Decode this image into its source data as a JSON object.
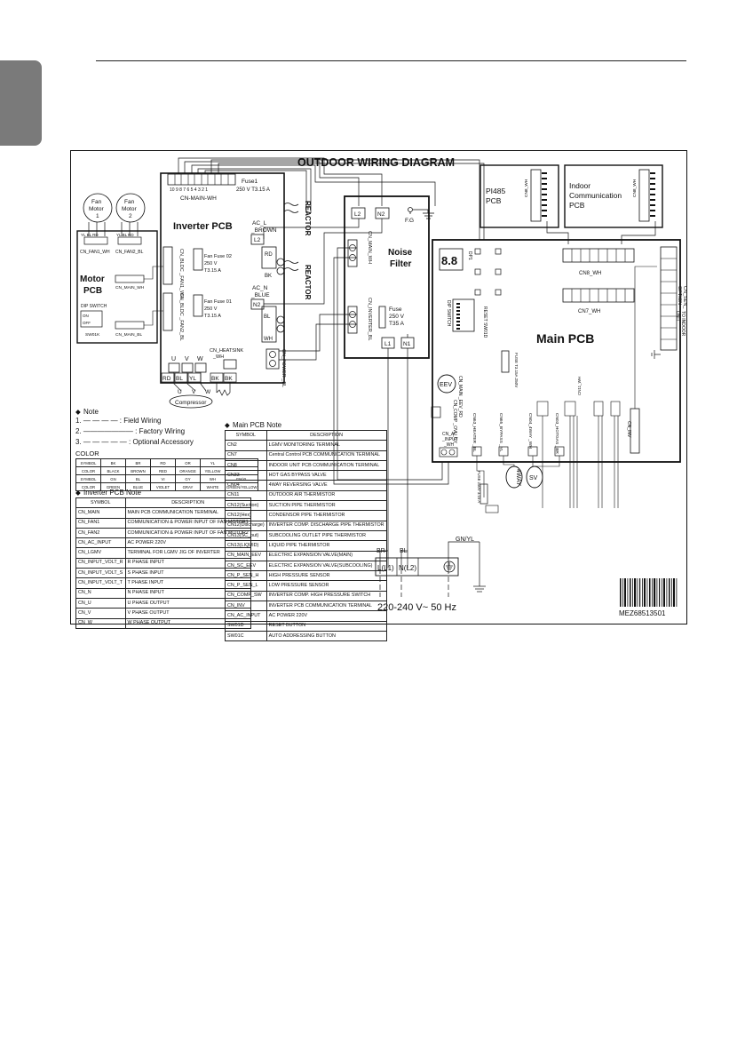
{
  "page": {
    "title": "OUTDOOR WIRING DIAGRAM",
    "part_number": "MEZ68513501",
    "power_supply": "220-240 V~ 50 Hz"
  },
  "boards": {
    "fan_motor_1": [
      "Fan",
      "Motor",
      "1"
    ],
    "fan_motor_2": [
      "Fan",
      "Motor",
      "2"
    ],
    "motor_pcb": [
      "Motor",
      "PCB"
    ],
    "inverter_pcb": "Inverter PCB",
    "noise_filter": [
      "Noise",
      "Filter"
    ],
    "pi485_pcb": [
      "PI485",
      "PCB"
    ],
    "indoor_comm_pcb": [
      "Indoor",
      "Communication",
      "PCB"
    ],
    "main_pcb": "Main PCB",
    "compressor": "Compressor"
  },
  "labels": {
    "cn_main_wh": "CN-MAIN-WH",
    "fuse1": [
      "Fuse1",
      "250 V T3.15 A"
    ],
    "reactor": "REACTOR",
    "ac_l": [
      "AC_L",
      "_BROWN"
    ],
    "ac_n": [
      "AC_N",
      "_BLUE"
    ],
    "l2": "L2",
    "n2": "N2",
    "l1": "L1",
    "n1": "N1",
    "fg": "F.G",
    "rd": "RD",
    "bk": "BK",
    "bl": "BL",
    "wh": "WH",
    "yl": "YL",
    "br": "BR",
    "gnyl": "GN/YL",
    "u": "U",
    "v": "V",
    "w": "W",
    "fan_fuse_02": [
      "Fan Fuse 02",
      "250 V",
      "T3.15 A"
    ],
    "fan_fuse_01": [
      "Fan Fuse 01",
      "250 V",
      "T3.15 A"
    ],
    "cn_bldc_fan1": "CN_BLDC _FAN1_WH",
    "cn_bldc_fan2": "CN_BLDC _FAN2_BL",
    "cn_heatsink": [
      "CN_HEATSINK",
      "_WH"
    ],
    "cn_power": "CN_POWER _BL",
    "cn_fan1_wh": "CN_FAN1_WH",
    "cn_fan2_bl": "CN_FAN2_BL",
    "cn_main_wh_motor": "CN_MAIN_WH",
    "cn_main_bl_motor": "CN_MAIN_BL",
    "dip_switch": "DIP SWITCH",
    "on": "ON",
    "off": "OFF",
    "sw01k": "SW01K",
    "nf_cn_main_wh": "CN_MAIN_WH",
    "nf_cn_inverter_bl": "CN_INVERTER_BL",
    "nf_fuse": [
      "Fuse",
      "250 V",
      "T35 A"
    ],
    "cn8_wh": "CN8_WH",
    "cn7_wh": "CN7_WH",
    "cn_inv": "CN_INV",
    "eev": "EEV",
    "cn_main_eev": "CN_MAIN _EEV_RD",
    "cn_comp_ovl": "CN_COMP _OVL_GY",
    "cn_ac_input": [
      "CN_AC",
      "_INPUT",
      "_WH"
    ],
    "heater": "CN63_HEATER _BL",
    "bypass": "CN65_BYPASS _YL",
    "way4": "CN04_4WAY _WH",
    "liq_gas": "CN03_HOTGAS _BR",
    "fourway": "4WAY",
    "sv": "SV",
    "fuse_main": "FUSE T3.15A 250V",
    "dip_switch_main": "DIP SWITCH",
    "reset": "RESET SW01D",
    "cn_sen_option": [
      "CN_SEN_",
      "OPTION"
    ],
    "to_indoor_unit": [
      "TO INDOOR",
      "UNIT"
    ],
    "dp1": "DP1",
    "top_pins": "10 9 8 7 6 5 4 3 2 1"
  },
  "note": {
    "heading": "Note",
    "line1": "1. — — — — : Field Wiring",
    "line2": "2. ——————— : Factory Wiring",
    "line3": "3. — — — — —  : Optional Accessory",
    "color_heading": "COLOR"
  },
  "color_table": {
    "rows": [
      [
        "SYMBOL",
        "BK",
        "BR",
        "RD",
        "OR",
        "YL"
      ],
      [
        "COLOR",
        "BLACK",
        "BROWN",
        "RED",
        "ORANGE",
        "YELLOW"
      ],
      [
        "SYMBOL",
        "GN",
        "BL",
        "VI",
        "GY",
        "WH",
        "GN/YL"
      ],
      [
        "COLOR",
        "GREEN",
        "BLUE",
        "VIOLET",
        "GRAY",
        "WHITE",
        "GREEN/YELLOW"
      ]
    ]
  },
  "inverter_note": {
    "heading": "Inverter PCB Note",
    "header": [
      "SYMBOL",
      "DESCRIPTION"
    ],
    "rows": [
      [
        "CN_MAIN",
        "MAIN PCB COMMUNICATION TERMINAL"
      ],
      [
        "CN_FAN1",
        "COMMUNICATION & POWER INPUT OF FAN MOTOR1"
      ],
      [
        "CN_FAN2",
        "COMMUNICATION & POWER INPUT OF FAN MOTOR2"
      ],
      [
        "CN_AC_INPUT",
        "AC POWER 220V"
      ],
      [
        "CN_LGMV",
        "TERMINAL FOR LGMV JIG OF INVERTER"
      ],
      [
        "CN_INPUT_VOLT_R",
        "R PHASE INPUT"
      ],
      [
        "CN_INPUT_VOLT_S",
        "S PHASE INPUT"
      ],
      [
        "CN_INPUT_VOLT_T",
        "T PHASE INPUT"
      ],
      [
        "CN_N",
        "N PHASE INPUT"
      ],
      [
        "CN_U",
        "U PHASE OUTPUT"
      ],
      [
        "CN_V",
        "V PHASE OUTPUT"
      ],
      [
        "CN_W",
        "W PHASE OUTPUT"
      ]
    ]
  },
  "main_note": {
    "heading": "Main PCB Note",
    "header": [
      "SYMBOL",
      "DESCRIPTION"
    ],
    "rows": [
      [
        "CN2",
        "LGMV MONITORING TERMINAL"
      ],
      [
        "CN7",
        "Central Control PCB COMMUNICATION TERMINAL"
      ],
      [
        "CN8",
        "INDOOR UNIT PCB COMMUNICATION TERMINAL"
      ],
      [
        "CN33",
        "HOT GAS BYPASS VALVE"
      ],
      [
        "CN04",
        "4WAY REVERSING VALVE"
      ],
      [
        "CN11",
        "OUTDOOR AIR THERMISTOR"
      ],
      [
        "CN12(Suction)",
        "SUCTION PIPE THERMISTOR"
      ],
      [
        "CN12(Hex)",
        "CONDENSOR PIPE THERMISTOR"
      ],
      [
        "CN12(Discharge)",
        "INVERTER COMP. DISCHARGE PIPE THERMISTOR"
      ],
      [
        "CN13(SC_out)",
        "SUBCOOLING OUTLET PIPE THERMISTOR"
      ],
      [
        "CN13(LIQUID)",
        "LIQUID PIPE THERMISTOR"
      ],
      [
        "CN_MAIN_EEV",
        "ELECTRIC EXPANSION VALVE(MAIN)"
      ],
      [
        "CN_SC_EEV",
        "ELECTRIC EXPANSION VALVE(SUBCOOLING)"
      ],
      [
        "CN_P_SEN_H",
        "HIGH PRESSURE SENSOR"
      ],
      [
        "CN_P_SEN_L",
        "LOW PRESSURE SENSOR"
      ],
      [
        "CN_COMP_SW",
        "INVERTER COMP. HIGH PRESSURE SWITCH"
      ],
      [
        "CN_INV",
        "INVERTER PCB COMMUNICATION TERMINAL"
      ],
      [
        "CN_AC_INPUT",
        "AC POWER 220V"
      ],
      [
        "SW01D",
        "RESET BUTTON"
      ],
      [
        "SW01C",
        "AUTO ADDRESSING BUTTON"
      ]
    ]
  },
  "terminal_block": {
    "labels": [
      "L(L1)",
      "N(L2)"
    ]
  }
}
